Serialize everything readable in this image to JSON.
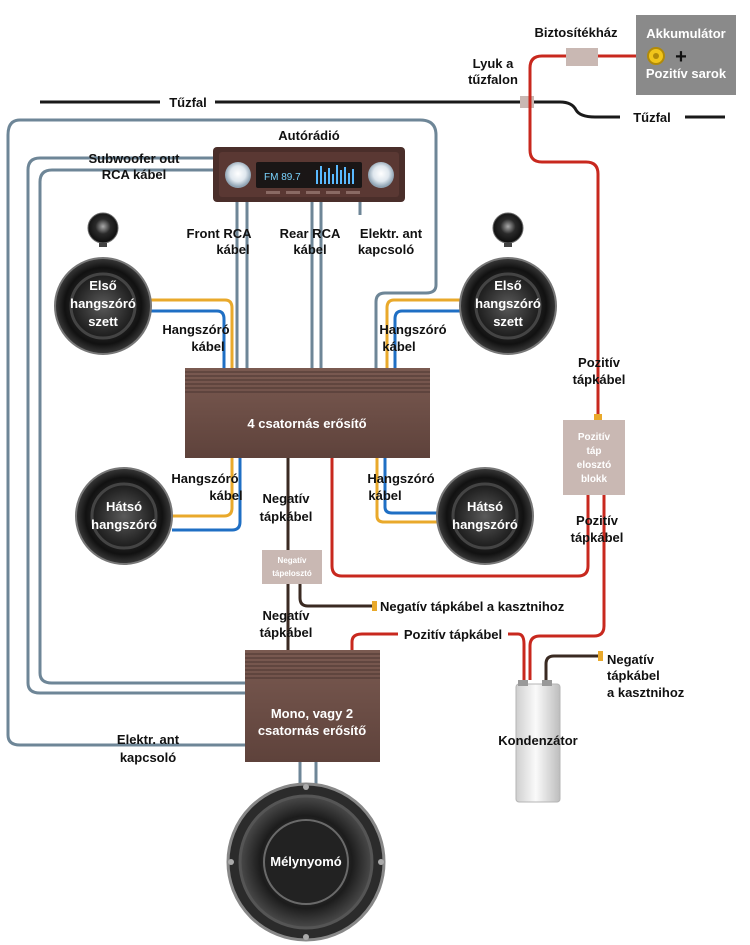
{
  "colors": {
    "firewall": "#1a1a1a",
    "rca_cable": "#6e8697",
    "power_cable": "#c8281e",
    "ground_cable": "#3a2a22",
    "speaker_cable_yellow": "#e9a92b",
    "speaker_cable_blue": "#1f6fc4",
    "amp_body": "#6b4d45",
    "distributor": "#c9b8b3",
    "capacitor": "#e6e6e6"
  },
  "labels": {
    "firewall_left": "Tűzfal",
    "firewall_right": "Tűzfal",
    "firewall_hole": [
      "Lyuk a",
      "tűzfalon"
    ],
    "fuse_holder": "Biztosítékház",
    "battery": "Akkumulátor",
    "battery_terminal": "Pozitív sarok",
    "battery_plus": "+",
    "head_unit": "Autórádió",
    "radio_display": "FM 89.7",
    "subwoofer_rca": [
      "Subwoofer out",
      "RCA kábel"
    ],
    "front_rca": [
      "Front RCA",
      "kábel"
    ],
    "rear_rca": [
      "Rear RCA",
      "kábel"
    ],
    "remote_top": [
      "Elektr. ant",
      "kapcsoló"
    ],
    "front_speaker_left": [
      "Első",
      "hangszóró",
      "szett"
    ],
    "front_speaker_right": [
      "Első",
      "hangszóró",
      "szett"
    ],
    "speaker_cable_tl": [
      "Hangszóró",
      "kábel"
    ],
    "speaker_cable_tr": [
      "Hangszóró",
      "kábel"
    ],
    "speaker_cable_bl": [
      "Hangszóró",
      "kábel"
    ],
    "speaker_cable_br": [
      "Hangszóró",
      "kábel"
    ],
    "amp4": "4 csatornás erősítő",
    "rear_speaker_left": [
      "Hátsó",
      "hangszóró"
    ],
    "rear_speaker_right": [
      "Hátsó",
      "hangszóró"
    ],
    "negative_power_1": [
      "Negatív",
      "tápkábel"
    ],
    "negative_distributor": [
      "Negatív",
      "tápelosztó"
    ],
    "negative_to_chassis_1": "Negatív tápkábel a kasztnihoz",
    "negative_power_2": [
      "Negatív",
      "tápkábel"
    ],
    "positive_power_1": [
      "Pozitív",
      "tápkábel"
    ],
    "positive_distributor": [
      "Pozitív",
      "táp",
      "elosztó",
      "blokk"
    ],
    "positive_power_2": [
      "Pozitív",
      "tápkábel"
    ],
    "positive_power_3": "Pozitív tápkábel",
    "negative_to_chassis_2": [
      "Negatív",
      "tápkábel",
      "a kasztnihoz"
    ],
    "mono_amp": [
      "Mono, vagy 2",
      "csatornás erősítő"
    ],
    "remote_bottom": [
      "Elektr. ant",
      "kapcsoló"
    ],
    "capacitor": "Kondenzátor",
    "subwoofer": "Mélynyomó"
  }
}
